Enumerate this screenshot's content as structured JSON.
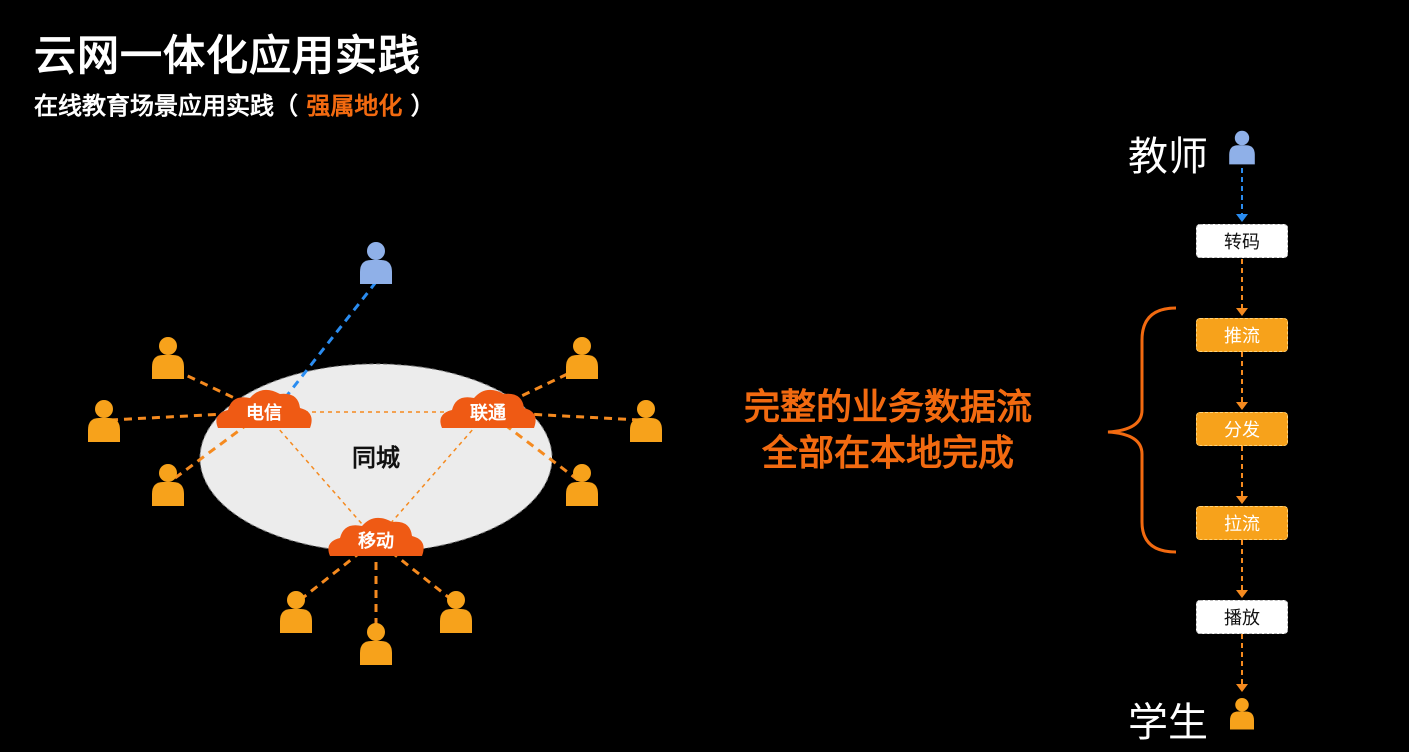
{
  "title": "云网一体化应用实践",
  "subtitle": {
    "prefix": "在线教育场景应用实践（ ",
    "highlight": "强属地化",
    "suffix": " ）"
  },
  "network": {
    "center_label": "同城",
    "clouds": [
      "电信",
      "联通",
      "移动"
    ]
  },
  "statement": {
    "line1": "完整的业务数据流",
    "line2": "全部在本地完成"
  },
  "flow": {
    "teacher_label": "教师",
    "student_label": "学生",
    "steps": [
      "转码",
      "推流",
      "分发",
      "拉流",
      "播放"
    ]
  },
  "colors": {
    "accent": "#f26a10",
    "person_orange": "#f7a21b",
    "person_blue": "#8fb0e8",
    "link_blue": "#2a8cf0",
    "link_orange": "#f58a1f",
    "ellipse_fill": "#ececec"
  }
}
